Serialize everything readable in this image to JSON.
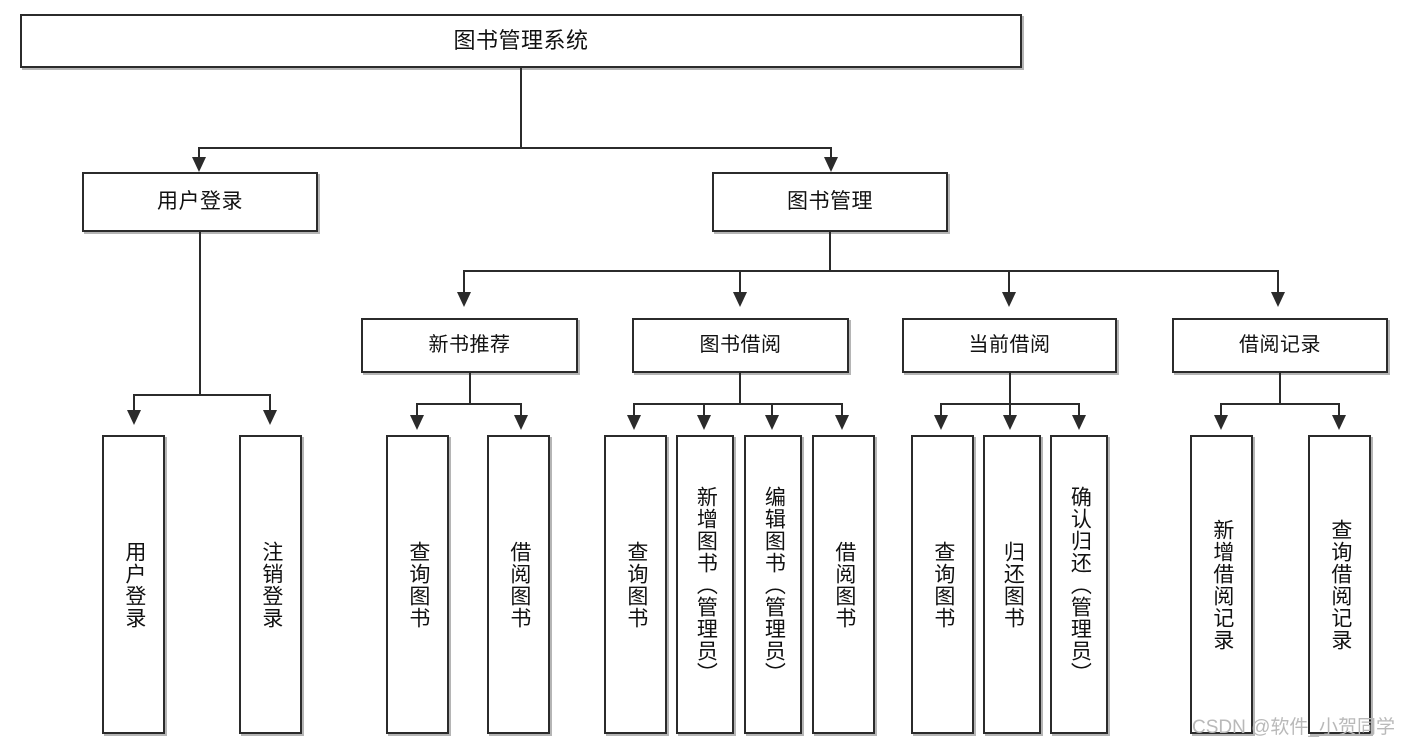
{
  "diagram": {
    "title_node": {
      "label": "图书管理系统"
    },
    "level1": [
      {
        "label": "用户登录"
      },
      {
        "label": "图书管理"
      }
    ],
    "level2": [
      {
        "label": "新书推荐"
      },
      {
        "label": "图书借阅"
      },
      {
        "label": "当前借阅"
      },
      {
        "label": "借阅记录"
      }
    ],
    "leaves": {
      "user_login": [
        {
          "label": "用户登录"
        },
        {
          "label": "注销登录"
        }
      ],
      "new_book_recommend": [
        {
          "label": "查询图书"
        },
        {
          "label": "借阅图书"
        }
      ],
      "book_borrow": [
        {
          "label": "查询图书"
        },
        {
          "label": "新增图书（管理员）"
        },
        {
          "label": "编辑图书（管理员）"
        },
        {
          "label": "借阅图书"
        }
      ],
      "current_borrow": [
        {
          "label": "查询图书"
        },
        {
          "label": "归还图书"
        },
        {
          "label": "确认归还（管理员）"
        }
      ],
      "borrow_record": [
        {
          "label": "新增借阅记录"
        },
        {
          "label": "查询借阅记录"
        }
      ]
    }
  },
  "watermark": {
    "text": "CSDN @软件_小贺同学"
  },
  "colors": {
    "box_border": "#2b2b2b",
    "line": "#2b2b2b",
    "background": "#ffffff",
    "watermark": "#b9b9b9"
  }
}
